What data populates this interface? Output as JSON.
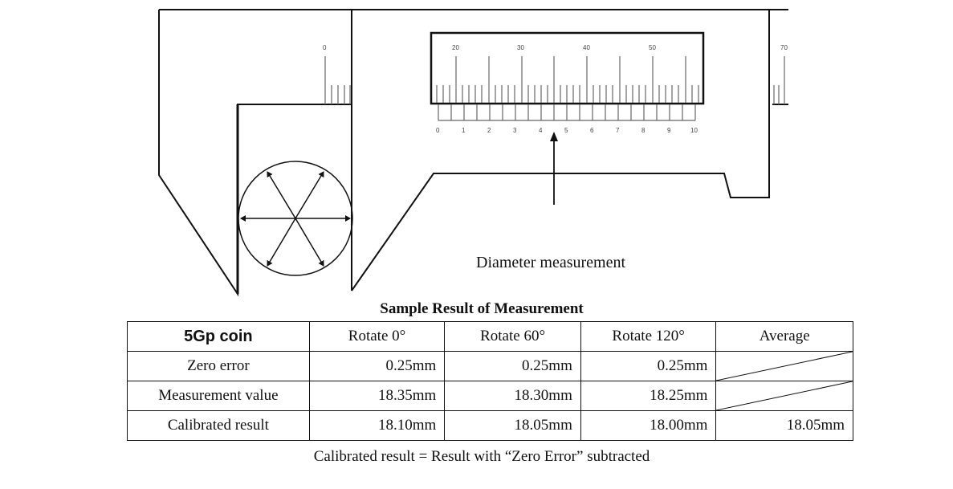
{
  "diagram": {
    "caption": "Diameter measurement",
    "main_scale_labels": [
      "0",
      "20",
      "30",
      "40",
      "50",
      "70"
    ],
    "vernier_scale_labels": [
      "0",
      "1",
      "2",
      "3",
      "4",
      "5",
      "6",
      "7",
      "8",
      "9",
      "10"
    ],
    "icons": {
      "coin": "coin-circle-with-rotation-arrows",
      "pointer": "up-arrow-icon"
    }
  },
  "table": {
    "title": "Sample Result of Measurement",
    "headers": [
      "5Gp coin",
      "Rotate 0°",
      "Rotate 60°",
      "Rotate 120°",
      "Average"
    ],
    "rows": [
      {
        "label": "Zero error",
        "values": [
          "0.25mm",
          "0.25mm",
          "0.25mm"
        ],
        "average": ""
      },
      {
        "label": "Measurement value",
        "values": [
          "18.35mm",
          "18.30mm",
          "18.25mm"
        ],
        "average": ""
      },
      {
        "label": "Calibrated result",
        "values": [
          "18.10mm",
          "18.05mm",
          "18.00mm"
        ],
        "average": "18.05mm"
      }
    ],
    "footnote": "Calibrated result = Result with “Zero Error” subtracted"
  }
}
